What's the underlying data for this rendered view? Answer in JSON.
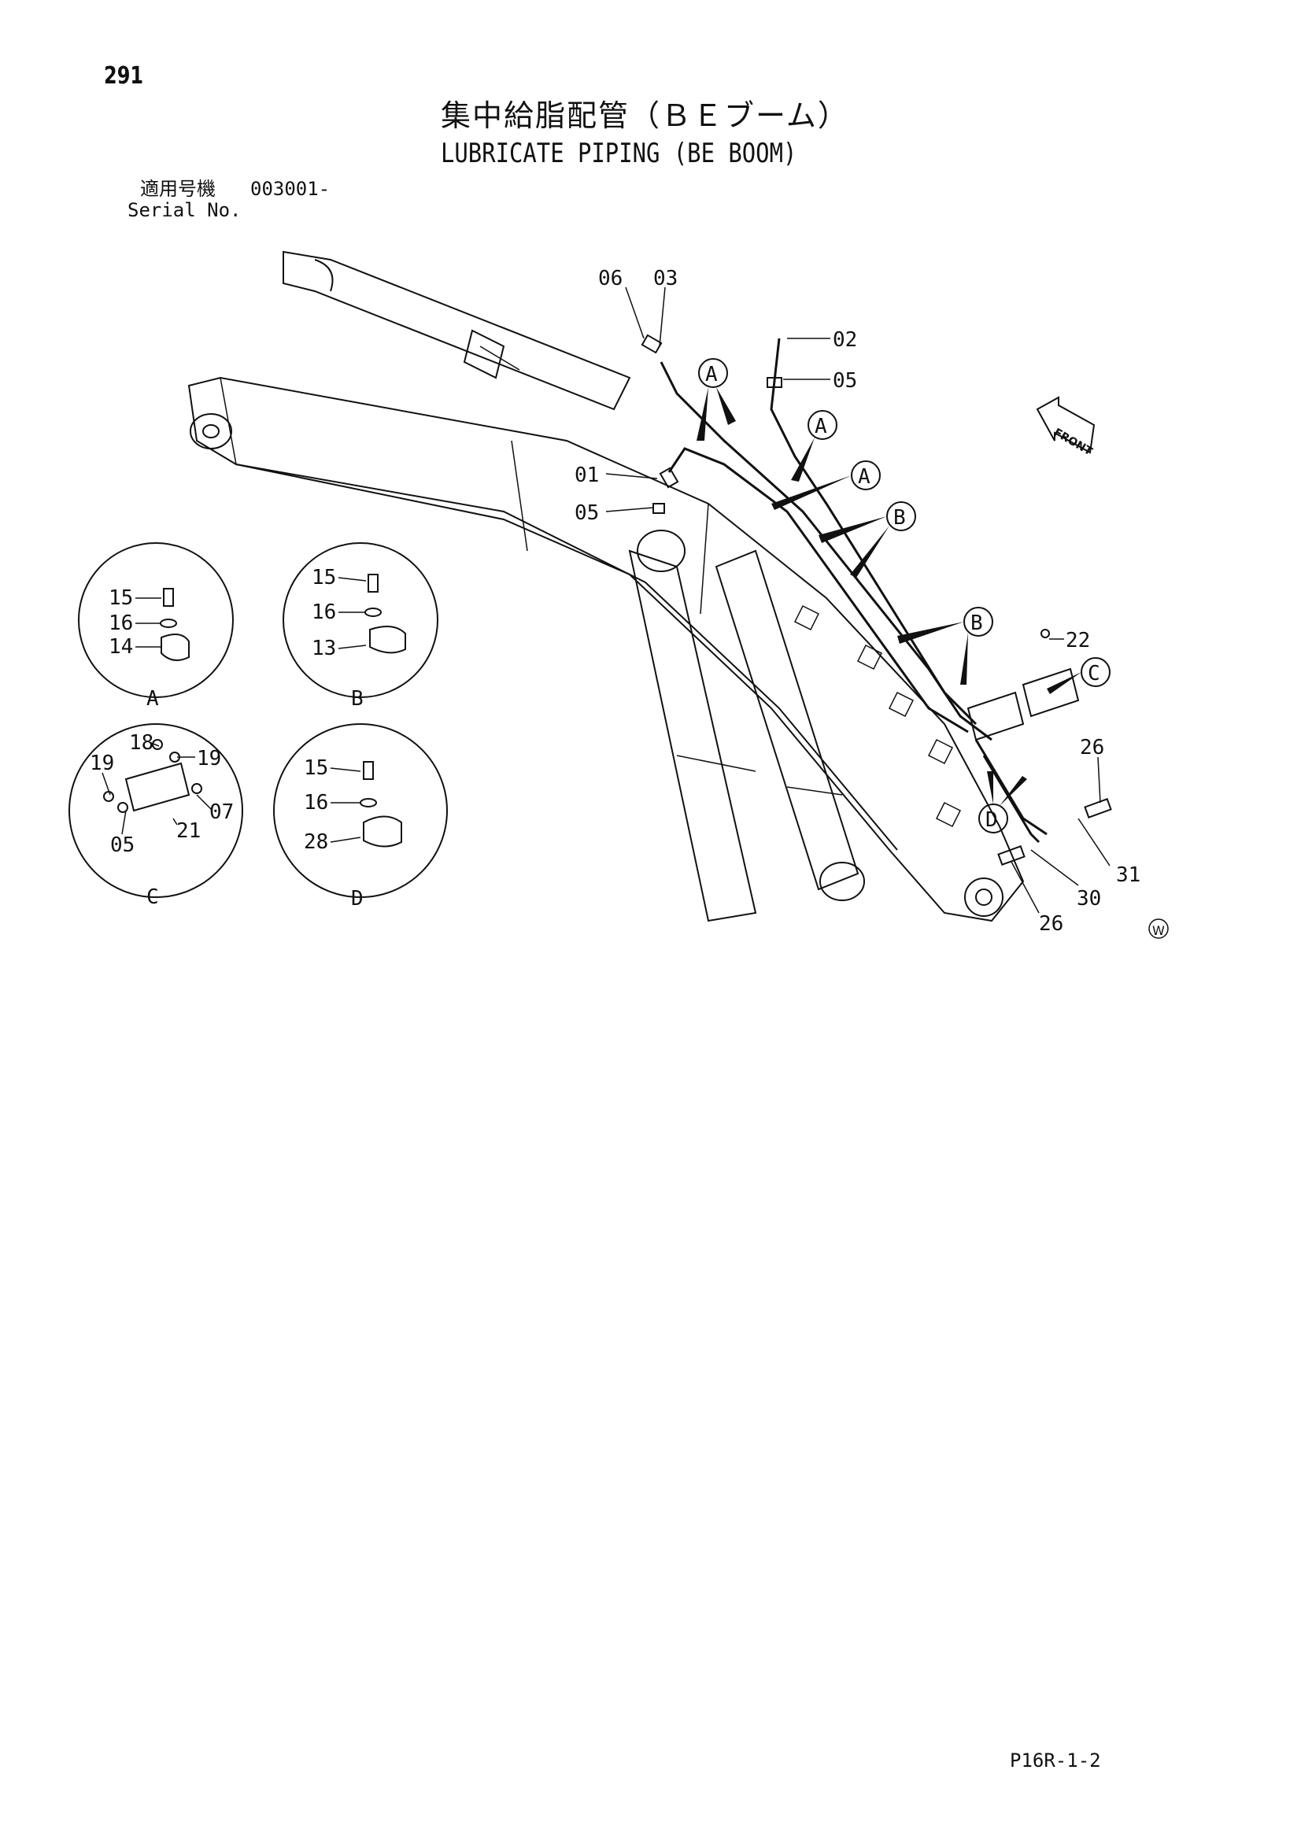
{
  "header": {
    "page_number": "291",
    "title_jp": "集中給脂配管（ＢＥブーム）",
    "title_en": "LUBRICATE PIPING (BE BOOM)",
    "serial_label_jp": "適用号機",
    "serial_value": "003001-",
    "serial_label_en": "Serial No."
  },
  "callouts": {
    "main": [
      "06",
      "03",
      "02",
      "05",
      "01",
      "05",
      "22",
      "26",
      "31",
      "30",
      "26"
    ],
    "markers": [
      "A",
      "A",
      "A",
      "B",
      "B",
      "C",
      "D"
    ]
  },
  "detail_views": [
    {
      "name": "A",
      "labels": [
        "15",
        "16",
        "14"
      ]
    },
    {
      "name": "B",
      "labels": [
        "15",
        "16",
        "13"
      ]
    },
    {
      "name": "C",
      "labels": [
        "18",
        "19",
        "19",
        "07",
        "05",
        "21"
      ]
    },
    {
      "name": "D",
      "labels": [
        "15",
        "16",
        "28"
      ]
    }
  ],
  "direction_label": "FRONT",
  "corner_mark": "W",
  "footer": {
    "page_code": "P16R-1-2"
  }
}
